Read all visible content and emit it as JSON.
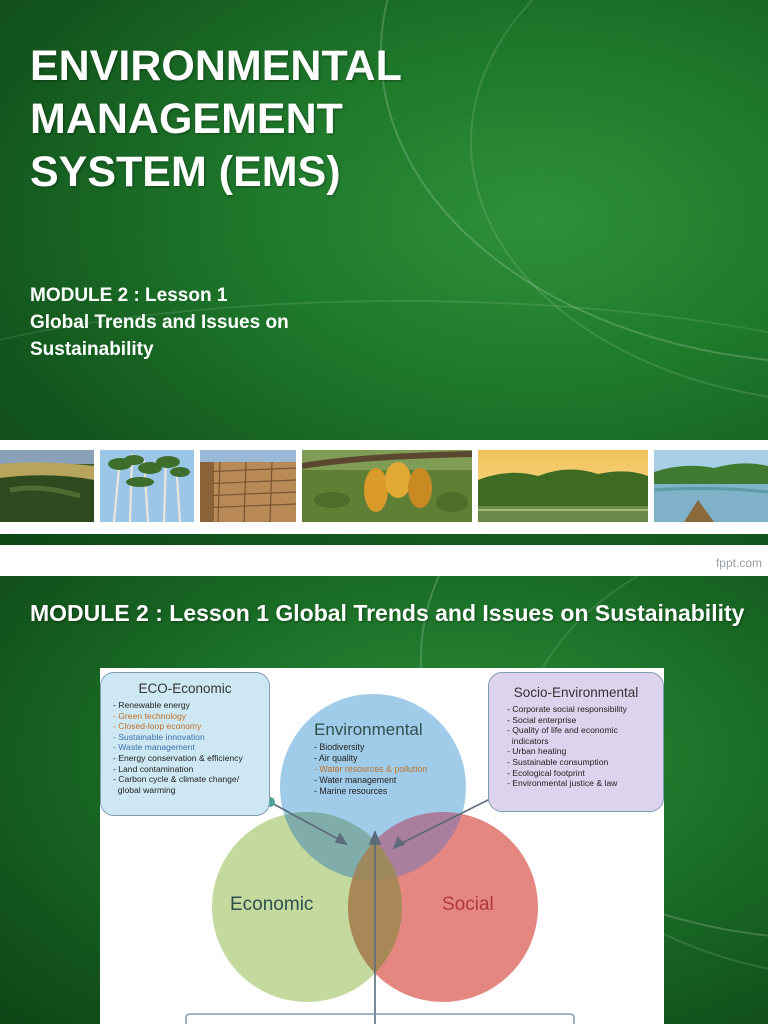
{
  "slide1": {
    "title_line1": "ENVIRONMENTAL",
    "title_line2": "MANAGEMENT",
    "title_line3": "SYSTEM (EMS)",
    "subtitle_line1": "MODULE 2 : Lesson 1",
    "subtitle_line2": "Global Trends and Issues on",
    "subtitle_line3": "Sustainability",
    "photos": [
      "aerial-forest",
      "tall-trees",
      "lumber-stack",
      "cacao-pods",
      "river-sunset",
      "river-canoe"
    ]
  },
  "credit": "fppt.com",
  "slide2": {
    "title": "MODULE 2 : Lesson 1 Global Trends and Issues on Sustainability",
    "eco_economic": {
      "title": "ECO-Economic",
      "items": [
        {
          "text": "- Renewable energy",
          "color": "#222222"
        },
        {
          "text": "- Green technology",
          "color": "#c0712a"
        },
        {
          "text": "- Closed-loop economy",
          "color": "#c0712a"
        },
        {
          "text": "- Sustainable innovation",
          "color": "#3c6fb0"
        },
        {
          "text": "- Waste management",
          "color": "#3c6fb0"
        },
        {
          "text": "- Energy conservation & efficiency",
          "color": "#222222"
        },
        {
          "text": "- Land contamination",
          "color": "#222222"
        },
        {
          "text": "- Carbon cycle & climate change/",
          "color": "#222222"
        },
        {
          "text": "  global warming",
          "color": "#222222"
        }
      ]
    },
    "environmental": {
      "title": "Environmental",
      "items": [
        {
          "text": "- Biodiversity",
          "color": "#222222"
        },
        {
          "text": "- Air quality",
          "color": "#222222"
        },
        {
          "text": "- Water resources & pollution",
          "color": "#c0712a"
        },
        {
          "text": "- Water management",
          "color": "#222222"
        },
        {
          "text": "- Marine resources",
          "color": "#222222"
        }
      ]
    },
    "socio_environmental": {
      "title": "Socio-Environmental",
      "items": [
        {
          "text": "- Corporate social responsibility",
          "color": "#222222"
        },
        {
          "text": "- Social enterprise",
          "color": "#222222"
        },
        {
          "text": "- Quality of life and economic",
          "color": "#222222"
        },
        {
          "text": "  indicators",
          "color": "#222222"
        },
        {
          "text": "- Urban heating",
          "color": "#222222"
        },
        {
          "text": "- Sustainable consumption",
          "color": "#222222"
        },
        {
          "text": "- Ecological footprint",
          "color": "#222222"
        },
        {
          "text": "- Environmental justice & law",
          "color": "#222222"
        }
      ]
    },
    "economic_label": "Economic",
    "social_label": "Social"
  }
}
